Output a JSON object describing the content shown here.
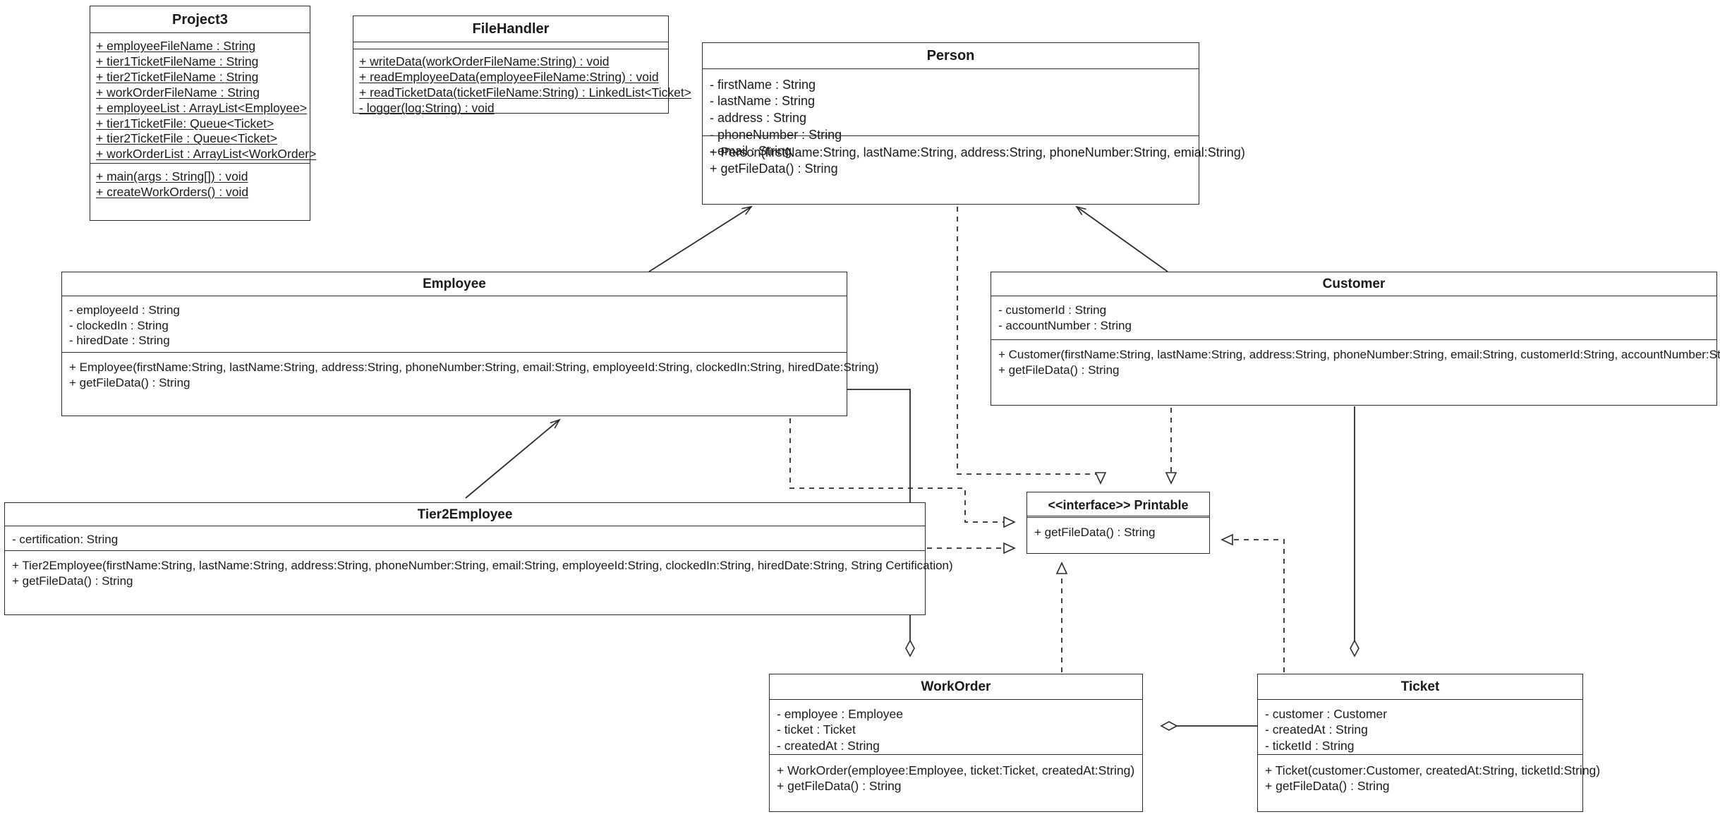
{
  "diagram": {
    "type": "uml-class-diagram",
    "stroke_color": "#2b2b2b",
    "text_color": "#1a1a1a",
    "background": "#ffffff"
  },
  "classes": {
    "project3": {
      "name": "Project3",
      "attributes": [
        "+ employeeFileName : String",
        "+ tier1TicketFileName : String",
        "+ tier2TicketFileName : String",
        "+ workOrderFileName : String",
        "+ employeeList : ArrayList<Employee>",
        "+ tier1TicketFile: Queue<Ticket>",
        "+ tier2TicketFile : Queue<Ticket>",
        "+ workOrderList : ArrayList<WorkOrder>"
      ],
      "operations": [
        "+ main(args : String[]) : void",
        "+ createWorkOrders() : void"
      ]
    },
    "filehandler": {
      "name": "FileHandler",
      "attributes": [],
      "operations": [
        "+ writeData(workOrderFileName:String) : void",
        "+ readEmployeeData(employeeFileName:String) : void",
        "+ readTicketData(ticketFileName:String) : LinkedList<Ticket>",
        "- logger(log:String) : void"
      ]
    },
    "person": {
      "name": "Person",
      "attributes": [
        "- firstName : String",
        "- lastName : String",
        "- address : String",
        "- phoneNumber : String",
        "- email : String"
      ],
      "operations": [
        "+ Person(firstName:String, lastName:String, address:String, phoneNumber:String, emial:String)",
        "+ getFileData() : String"
      ]
    },
    "employee": {
      "name": "Employee",
      "attributes": [
        "- employeeId : String",
        "- clockedIn : String",
        "- hiredDate : String"
      ],
      "operations": [
        "+ Employee(firstName:String, lastName:String, address:String, phoneNumber:String, email:String, employeeId:String, clockedIn:String, hiredDate:String)",
        "+ getFileData() : String"
      ]
    },
    "customer": {
      "name": "Customer",
      "attributes": [
        "- customerId : String",
        "- accountNumber : String"
      ],
      "operations": [
        "+ Customer(firstName:String, lastName:String, address:String, phoneNumber:String, email:String, customerId:String, accountNumber:String)",
        "+ getFileData() : String"
      ]
    },
    "tier2employee": {
      "name": "Tier2Employee",
      "attributes": [
        "- certification: String"
      ],
      "operations": [
        "+ Tier2Employee(firstName:String, lastName:String, address:String, phoneNumber:String, email:String, employeeId:String, clockedIn:String, hiredDate:String, String Certification)",
        "+ getFileData() : String"
      ]
    },
    "printable": {
      "name": "<<interface>> Printable",
      "attributes": [],
      "operations": [
        "+ getFileData() : String"
      ]
    },
    "workorder": {
      "name": "WorkOrder",
      "attributes": [
        "- employee : Employee",
        "- ticket : Ticket",
        "- createdAt : String"
      ],
      "operations": [
        "+ WorkOrder(employee:Employee, ticket:Ticket, createdAt:String)",
        "+ getFileData() : String"
      ]
    },
    "ticket": {
      "name": "Ticket",
      "attributes": [
        "- customer : Customer",
        "- createdAt : String",
        "- ticketId : String"
      ],
      "operations": [
        "+ Ticket(customer:Customer, createdAt:String, ticketId:String)",
        "+ getFileData() : String"
      ]
    }
  },
  "relationships": [
    {
      "name": "employee-inherits-person",
      "from": "Employee",
      "to": "Person",
      "type": "generalization",
      "style": "solid-open-arrow"
    },
    {
      "name": "customer-inherits-person",
      "from": "Customer",
      "to": "Person",
      "type": "generalization",
      "style": "solid-open-arrow"
    },
    {
      "name": "tier2employee-inherits-employee",
      "from": "Tier2Employee",
      "to": "Employee",
      "type": "generalization",
      "style": "solid-open-arrow"
    },
    {
      "name": "person-implements-printable",
      "from": "Person",
      "to": "Printable",
      "type": "realization",
      "style": "dashed-hollow-triangle"
    },
    {
      "name": "customer-implements-printable",
      "from": "Customer",
      "to": "Printable",
      "type": "realization",
      "style": "dashed-hollow-triangle"
    },
    {
      "name": "employee-implements-printable",
      "from": "Employee",
      "to": "Printable",
      "type": "realization",
      "style": "dashed-hollow-triangle"
    },
    {
      "name": "tier2employee-implements-printable",
      "from": "Tier2Employee",
      "to": "Printable",
      "type": "realization",
      "style": "dashed-hollow-triangle"
    },
    {
      "name": "workorder-implements-printable",
      "from": "WorkOrder",
      "to": "Printable",
      "type": "realization",
      "style": "dashed-hollow-triangle"
    },
    {
      "name": "ticket-implements-printable",
      "from": "Ticket",
      "to": "Printable",
      "type": "realization",
      "style": "dashed-hollow-triangle"
    },
    {
      "name": "workorder-aggregates-employee",
      "from": "WorkOrder",
      "to": "Employee",
      "type": "aggregation",
      "style": "solid-hollow-diamond"
    },
    {
      "name": "workorder-aggregates-ticket",
      "from": "WorkOrder",
      "to": "Ticket",
      "type": "aggregation",
      "style": "solid-hollow-diamond"
    },
    {
      "name": "ticket-aggregates-customer",
      "from": "Ticket",
      "to": "Customer",
      "type": "aggregation",
      "style": "solid-hollow-diamond"
    }
  ]
}
